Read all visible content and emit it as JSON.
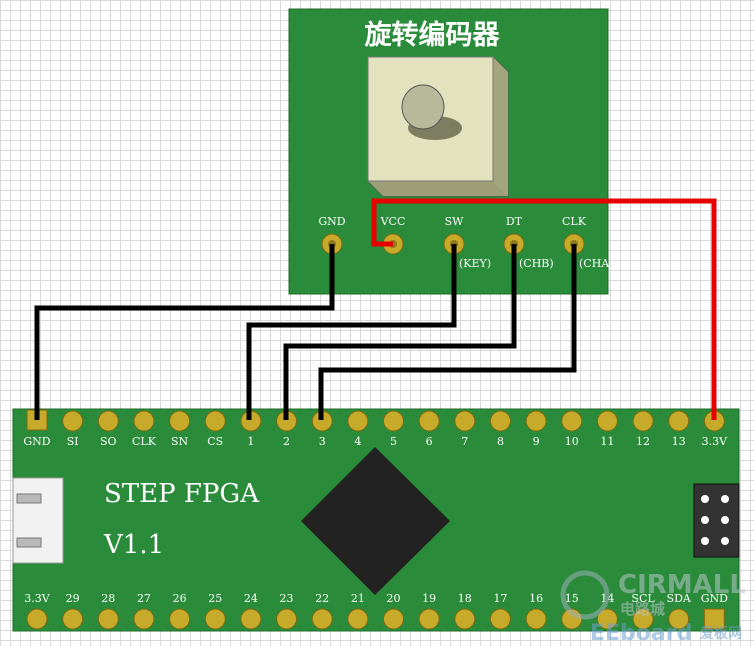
{
  "encoder": {
    "title": "旋转编码器",
    "pins": [
      {
        "label": "GND",
        "sub": ""
      },
      {
        "label": "VCC",
        "sub": ""
      },
      {
        "label": "SW",
        "sub": "(KEY)"
      },
      {
        "label": "DT",
        "sub": "(CHB)"
      },
      {
        "label": "CLK",
        "sub": "(CHA)"
      }
    ]
  },
  "fpga": {
    "name": "STEP FPGA",
    "version": "V1.1",
    "top_pins": [
      "GND",
      "SI",
      "SO",
      "CLK",
      "SN",
      "CS",
      "1",
      "2",
      "3",
      "4",
      "5",
      "6",
      "7",
      "8",
      "9",
      "10",
      "11",
      "12",
      "13",
      "3.3V"
    ],
    "bottom_pins": [
      "3.3V",
      "29",
      "28",
      "27",
      "26",
      "25",
      "24",
      "23",
      "22",
      "21",
      "20",
      "19",
      "18",
      "17",
      "16",
      "15",
      "14",
      "SCL",
      "SDA",
      "GND"
    ]
  },
  "watermark": {
    "line1": "CIRMALL",
    "line2": "电路城",
    "line3": "EEboard",
    "line4": "爱板网"
  },
  "colors": {
    "board": "#2a8c3a",
    "pad": "#c8aa2a",
    "wire": "#000000",
    "power_wire": "#e60000"
  }
}
